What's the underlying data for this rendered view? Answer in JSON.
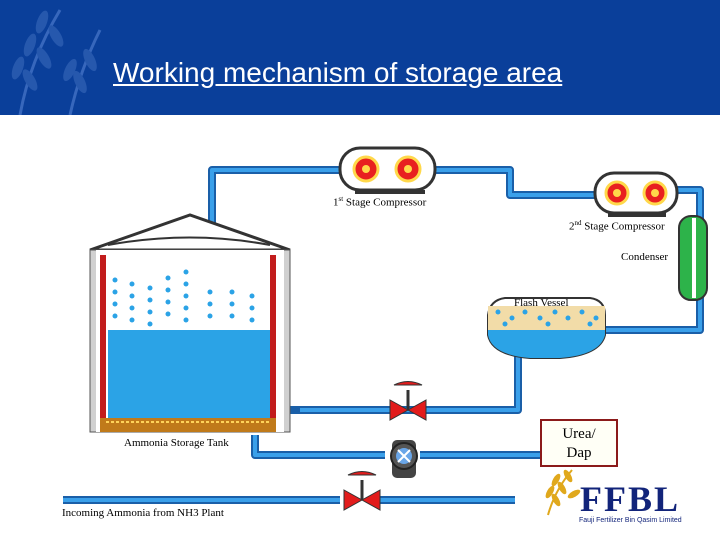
{
  "slide": {
    "title": "Working mechanism of storage area"
  },
  "labels": {
    "stage1": "1st Stage Compressor",
    "stage1_num": "1",
    "stage1_sup": "st",
    "stage1_rest": " Stage Compressor",
    "stage2_num": "2",
    "stage2_sup": "nd",
    "stage2_rest": " Stage Compressor",
    "condenser": "Condenser",
    "flash_vessel": "Flash Vessel",
    "storage_tank": "Ammonia Storage Tank",
    "incoming": "Incoming Ammonia from NH3 Plant",
    "urea_line1": "Urea/",
    "urea_line2": "Dap"
  },
  "logo": {
    "text": "FFBL",
    "subtitle": "Fauji Fertilizer Bin Qasim Limited"
  },
  "colors": {
    "header": "#0a3f9a",
    "pipe": "#1f7fd0",
    "liquid": "#2ba3e6",
    "valve": "#e21c1c",
    "condenser": "#2db34a"
  }
}
